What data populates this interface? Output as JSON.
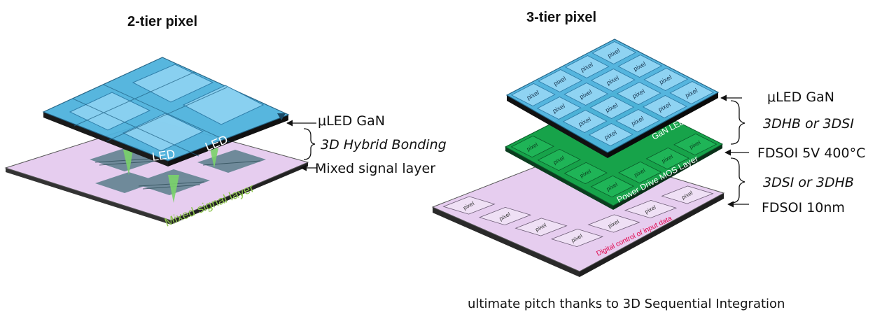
{
  "left": {
    "title": "2-tier pixel",
    "led_labels": [
      "LED",
      "LED"
    ],
    "bottom_layer_text": "Mixed signal layer",
    "annotations": {
      "top_layer": "μLED GaN",
      "bond": "3D Hybrid Bonding",
      "bottom_layer": "Mixed signal layer"
    }
  },
  "right": {
    "title": "3-tier pixel",
    "pixel_label": "pixel",
    "top_layer_text": "GaN LED Array",
    "middle_layer_text": "Power Drive MOS Layer",
    "bottom_layer_text": "Digital control of input data",
    "annotations": {
      "top_layer": "μLED GaN",
      "bond_upper": "3DHB or 3DSI",
      "middle_layer": "FDSOI 5V 400°C",
      "bond_lower": "3DSI or 3DHB",
      "bottom_layer": "FDSOI 10nm"
    }
  },
  "caption": "ultimate pitch thanks to 3D Sequential Integration",
  "colors": {
    "gan_blue": "#4fb3dd",
    "pixel_blue": "#8fd3f2",
    "mos_green": "#17a34a",
    "mixed_lavender": "#e6cdef",
    "green_label": "#8bc34a",
    "red_label": "#e0004a"
  }
}
